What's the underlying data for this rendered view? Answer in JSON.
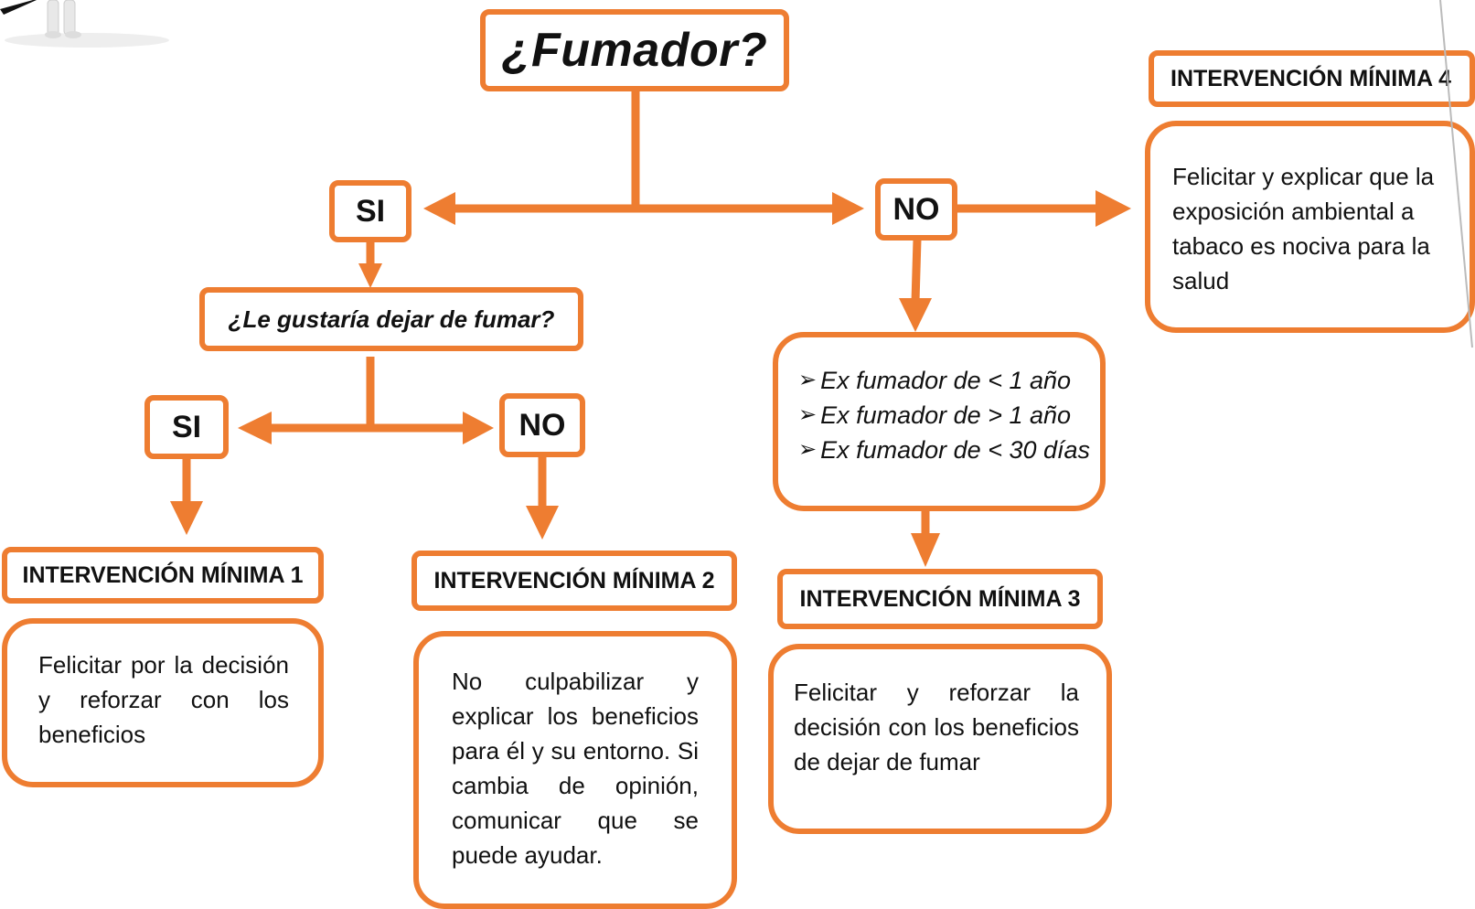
{
  "colors": {
    "accent": "#ee7d31",
    "text": "#111111",
    "background": "#ffffff"
  },
  "root": {
    "title": "¿Fumador?"
  },
  "branch_yes": {
    "label": "SI",
    "question": "¿Le gustaría dejar de fumar?",
    "answer_yes": {
      "label": "SI"
    },
    "answer_no": {
      "label": "NO"
    }
  },
  "branch_no": {
    "label": "NO",
    "ex_smoker_options": [
      {
        "marker": "➢",
        "text": "Ex fumador de < 1 año"
      },
      {
        "marker": "➢",
        "text": "Ex fumador de > 1 año"
      },
      {
        "marker": "➢",
        "text": "Ex fumador de < 30 días"
      }
    ]
  },
  "interventions": {
    "im1": {
      "title": "INTERVENCIÓN MÍNIMA 1",
      "text": "Felicitar por la decisión y reforzar con los beneficios"
    },
    "im2": {
      "title": "INTERVENCIÓN MÍNIMA 2",
      "text": "No culpabilizar y explicar los beneficios para él y su entorno. Si cambia de opinión, comunicar que se puede ayudar."
    },
    "im3": {
      "title": "INTERVENCIÓN MÍNIMA 3",
      "text": "Felicitar y reforzar la decisión con los beneficios de dejar de fumar"
    },
    "im4": {
      "title": "INTERVENCIÓN MÍNIMA 4",
      "text": "Felicitar y explicar que la exposición ambiental a tabaco es nociva para la salud"
    }
  }
}
